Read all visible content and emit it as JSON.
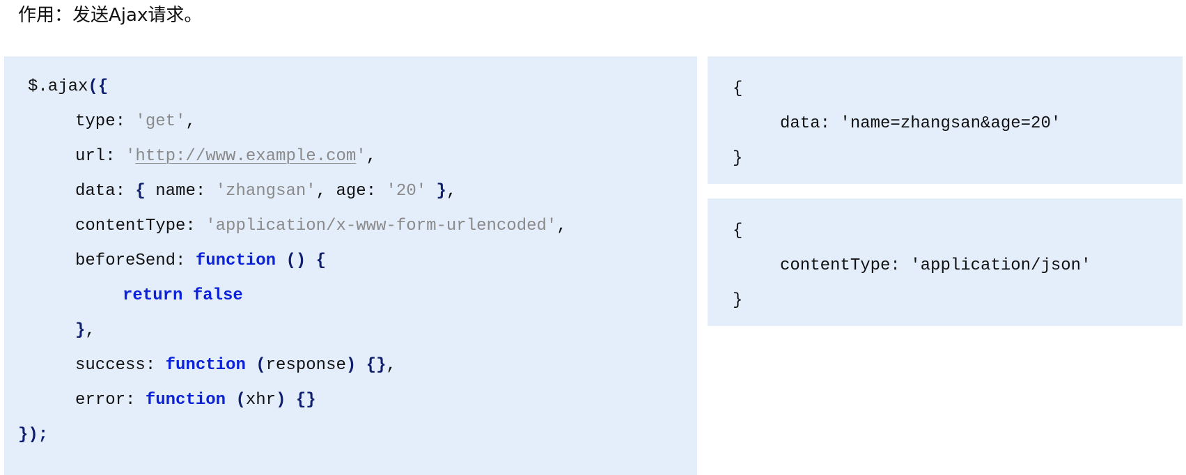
{
  "heading": {
    "text": "作用：发送Ajax请求。"
  },
  "main_code": {
    "l1": {
      "obj": "$.ajax",
      "open": "({"
    },
    "l2": {
      "key": "type: ",
      "val": "'get'",
      "end": ","
    },
    "l3": {
      "key": "url: ",
      "q1": "'",
      "url": "http://www.example.com",
      "q2": "'",
      "end": ","
    },
    "l4": {
      "key": "data: ",
      "ob": "{",
      "k1": " name: ",
      "v1": "'zhangsan'",
      "sep": ", age: ",
      "v2": "'20'",
      "cb": " }",
      "end": ","
    },
    "l5": {
      "key": "contentType: ",
      "val": "'application/x-www-form-urlencoded'",
      "end": ","
    },
    "l6": {
      "key": "beforeSend: ",
      "kw": "function",
      "paren": " () {"
    },
    "l7": {
      "kw": "return false"
    },
    "l8": {
      "close": "}",
      "end": ","
    },
    "l9": {
      "key": "success: ",
      "kw": "function",
      "p1": " (",
      "arg": "response",
      "p2": ") {}",
      "end": ","
    },
    "l10": {
      "key": "error: ",
      "kw": "function",
      "p1": " (",
      "arg": "xhr",
      "p2": ") {}"
    },
    "l11": {
      "close": "});"
    }
  },
  "data_example": {
    "open": "{",
    "body": "data: 'name=zhangsan&age=20'",
    "close": "}"
  },
  "content_type_example": {
    "open": "{",
    "body": "contentType: 'application/json'",
    "close": "}"
  }
}
